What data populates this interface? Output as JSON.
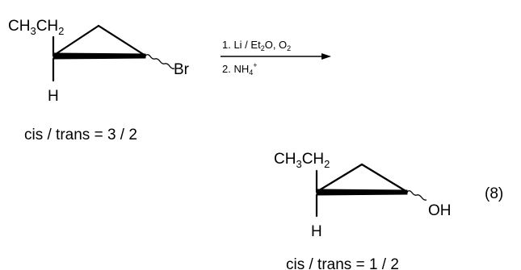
{
  "reactant": {
    "substituent_main": "CH",
    "substituent_sub": "3",
    "substituent_main2": "CH",
    "substituent_sub2": "2",
    "hydrogen": "H",
    "halogen": "Br",
    "ratio_label": "cis / trans = 3 / 2"
  },
  "conditions": {
    "step1_prefix": "1. Li / Et",
    "step1_sub": "2",
    "step1_mid": "O, O",
    "step1_sub2": "2",
    "step2_prefix": "2. NH",
    "step2_sub": "4",
    "step2_sup": "+"
  },
  "product": {
    "substituent_main": "CH",
    "substituent_sub": "3",
    "substituent_main2": "CH",
    "substituent_sub2": "2",
    "hydrogen": "H",
    "hydroxyl": "OH",
    "ratio_label": "cis / trans = 1 / 2",
    "equation_number": "(8)"
  }
}
